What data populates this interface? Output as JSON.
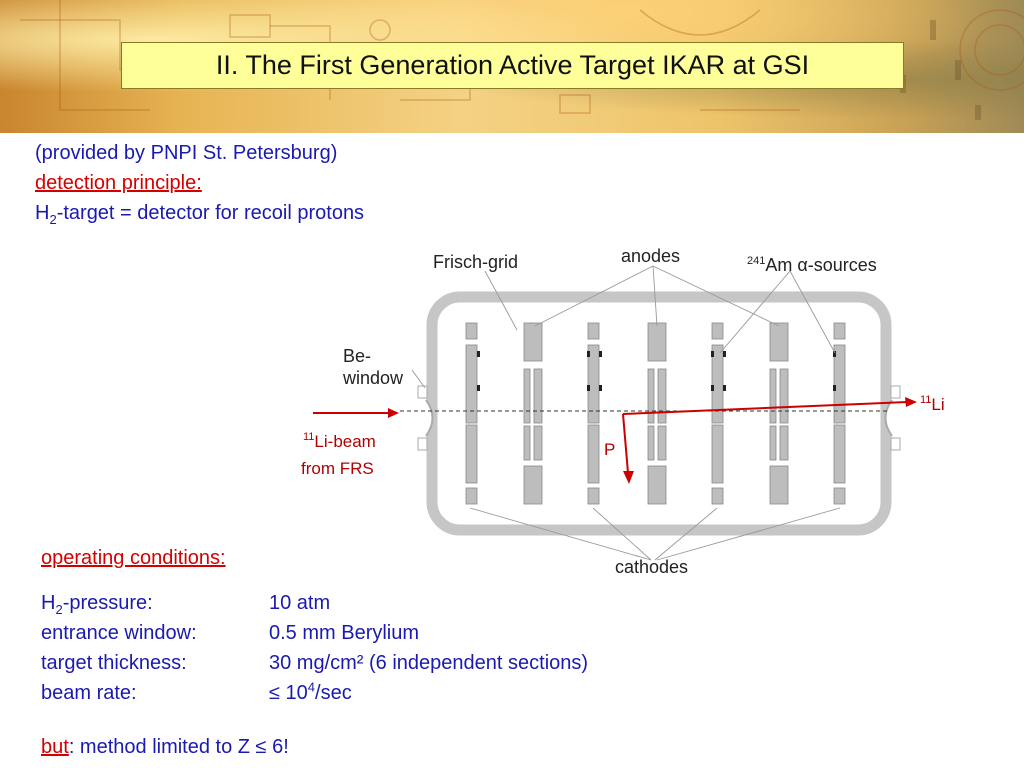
{
  "slide": {
    "title": "II. The First Generation Active Target IKAR at GSI",
    "provided_by": "(provided by PNPI St. Petersburg)",
    "detection_principle_heading": "detection principle:",
    "h2_symbol": "H",
    "h2_subscript": "2",
    "h2_target_text": "-target = detector for recoil protons"
  },
  "diagram": {
    "frisch_grid": "Frisch-grid",
    "anodes": "anodes",
    "am_superscript": "241",
    "am_text": "Am",
    "alpha": "α",
    "sources": "-sources",
    "be_window_line1": "Be-",
    "be_window_line2": "window",
    "li_beam_superscript": "11",
    "li_beam_text": "Li-beam",
    "from_frs": "from FRS",
    "p_label": "P",
    "li_out_superscript": "11",
    "li_out_text": "Li",
    "cathodes": "cathodes",
    "colors": {
      "arrow": "#cc0000",
      "chamber": "#c8c8c8",
      "electrode": "#b8b8b8"
    }
  },
  "operating": {
    "heading": "operating conditions:",
    "pressure_h": "H",
    "pressure_sub": "2",
    "pressure_label_rest": "-pressure:",
    "pressure_value": "10 atm",
    "window_label": "entrance window:",
    "window_value": "0.5 mm Berylium",
    "thickness_label": "target thickness:",
    "thickness_value": "30 mg/cm² (6 independent sections)",
    "rate_label": "beam rate:",
    "rate_value_prefix": "≤ 10",
    "rate_value_sup": "4",
    "rate_value_suffix": "/sec"
  },
  "footer": {
    "but": "but",
    "rest": ": method limited to Z ≤ 6!"
  },
  "colors": {
    "text_blue": "#1a1ab0",
    "text_red": "#d40000",
    "title_bg": "#ffff99"
  }
}
